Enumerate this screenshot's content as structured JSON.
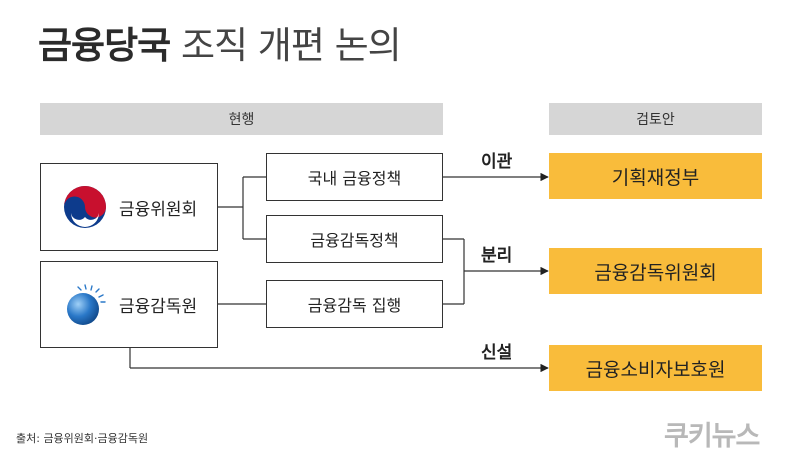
{
  "title": {
    "bold": "금융당국",
    "rest": "조직 개편 논의"
  },
  "headers": {
    "current": "현행",
    "proposal": "검토안"
  },
  "orgs": [
    {
      "label": "금융위원회",
      "icon": "korea-government-emblem-icon"
    },
    {
      "label": "금융감독원",
      "icon": "fss-globe-logo-icon"
    }
  ],
  "functions": [
    "국내 금융정책",
    "금융감독정책",
    "금융감독 집행"
  ],
  "actions": [
    "이관",
    "분리",
    "신설"
  ],
  "results": [
    "기획재정부",
    "금융감독위원회",
    "금융소비자보호원"
  ],
  "source": "출처: 금융위원회·금융감독원",
  "logo": "쿠키뉴스",
  "colors": {
    "result_fill": "#f9bc3b",
    "header_fill": "#d6d6d6",
    "emblem_red": "#c8102e",
    "emblem_blue": "#0d3b8c",
    "globe_blue": "#2a78c8"
  }
}
